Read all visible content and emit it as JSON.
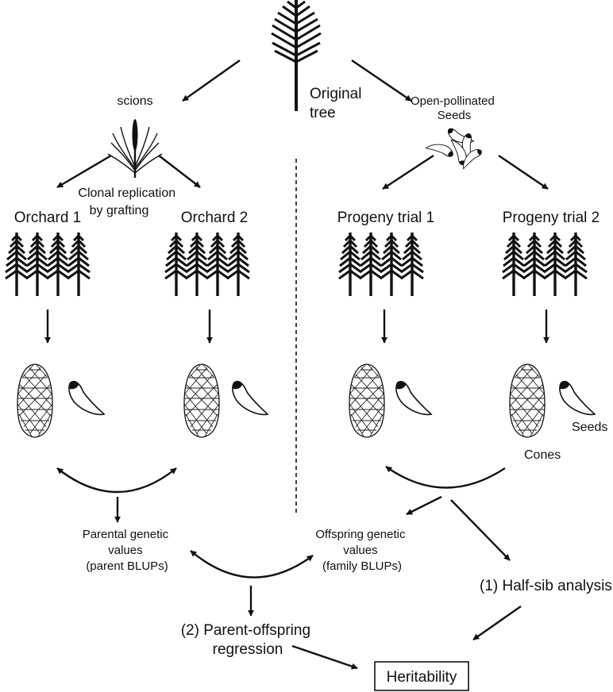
{
  "labels": {
    "original_tree": [
      "Original",
      "tree"
    ],
    "scions": "scions",
    "open_pollinated": [
      "Open-pollinated",
      "Seeds"
    ],
    "clonal": [
      "Clonal replication",
      "by grafting"
    ],
    "orchard1": "Orchard 1",
    "orchard2": "Orchard 2",
    "progeny1": "Progeny trial 1",
    "progeny2": "Progeny trial 2",
    "seeds": "Seeds",
    "cones": "Cones",
    "parental": [
      "Parental genetic",
      "values",
      "(parent BLUPs)"
    ],
    "offspring": [
      "Offspring genetic",
      "values",
      "(family BLUPs)"
    ],
    "half_sib": "(1) Half-sib analysis",
    "parent_offspring": [
      "(2) Parent-offspring",
      "regression"
    ],
    "heritability": "Heritability"
  }
}
